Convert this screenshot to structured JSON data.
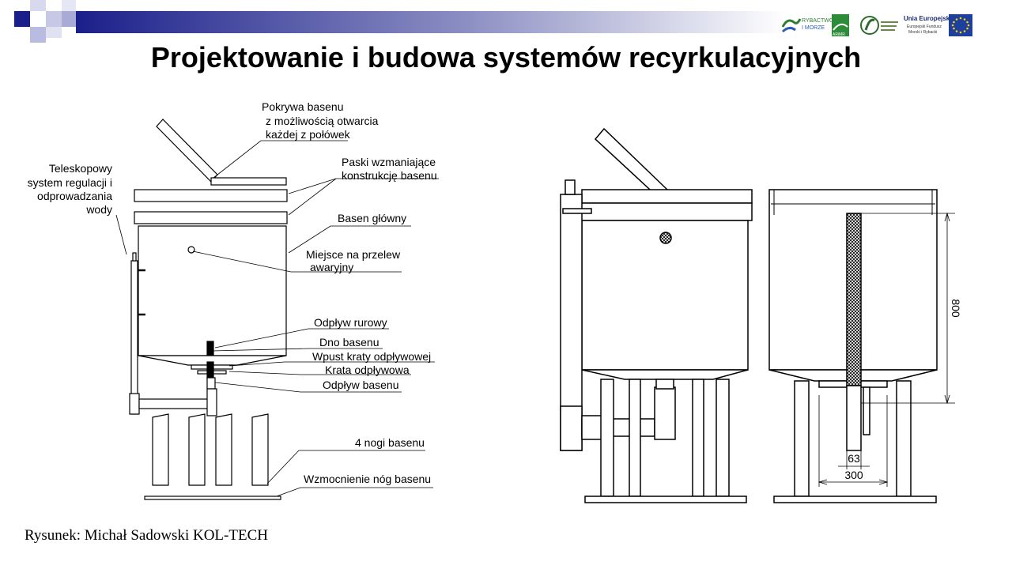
{
  "slide": {
    "title": "Projektowanie i budowa systemów recyrkulacyjnych",
    "caption": "Rysunek: Michał Sadowski KOL-TECH"
  },
  "logos": {
    "rybactwo_line1": "RYBACTWO",
    "rybactwo_line2": "I MORZE",
    "arimr": "ARiMR",
    "ue_title": "Unia Europejska",
    "ue_line1": "Europejski Fundusz",
    "ue_line2": "Morski i Rybacki",
    "accent": "#1b1f8a"
  },
  "labels": {
    "cover_1": "Pokrywa basenu",
    "cover_2": "z możliwością otwarcia",
    "cover_3": "każdej z połówek",
    "straps_1": "Paski wzmaniające",
    "straps_2": "konstrukcję basenu",
    "tele_1": "Teleskopowy",
    "tele_2": "system regulacji i",
    "tele_3": "odprowadzania",
    "tele_4": "wody",
    "main_tank": "Basen główny",
    "overflow_1": "Miejsce na przelew",
    "overflow_2": "awaryjny",
    "pipe_outflow": "Odpływ rurowy",
    "bottom": "Dno basenu",
    "grate_inlet": "Wpust kraty odpływowej",
    "grate": "Krata odpływowa",
    "outflow": "Odpływ basenu",
    "legs": "4 nogi basenu",
    "leg_brace": "Wzmocnienie nóg basenu"
  },
  "dimensions": {
    "height": "800",
    "pipe": "63",
    "width": "300"
  }
}
